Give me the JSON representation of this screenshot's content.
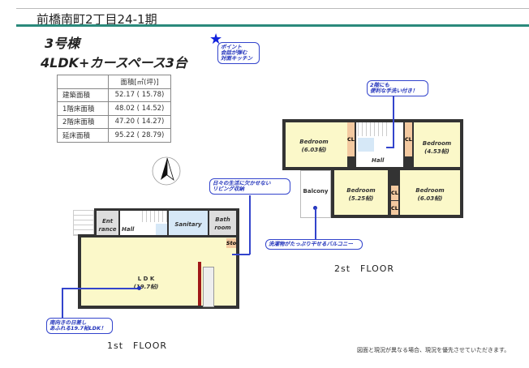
{
  "header": {
    "title": "前橋南町2丁目24-1期",
    "building": "3号棟",
    "plan": "4LDK+カースペース3台"
  },
  "area_table": {
    "header": "面積[㎡(坪)]",
    "rows": [
      {
        "label": "建築面積",
        "value": "52.17 ( 15.78)"
      },
      {
        "label": "1階床面積",
        "value": "48.02 ( 14.52)"
      },
      {
        "label": "2階床面積",
        "value": "47.20 ( 14.27)"
      },
      {
        "label": "延床面積",
        "value": "95.22 ( 28.79)"
      }
    ]
  },
  "callouts": {
    "point": [
      "ポイント",
      "会話が弾む",
      "対面キッチン"
    ],
    "handwash": [
      "2階にも",
      "便利な手洗い付き！"
    ],
    "storage": [
      "日々の生活に欠かせない",
      "リビング収納"
    ],
    "balcony": "洗濯物がたっぷり干せるバルコニー",
    "ldk": [
      "南向きの日差し",
      "あふれる19.7帖LDK！"
    ]
  },
  "floor1": {
    "label": "1st　FLOOR",
    "rooms": {
      "ent1": "Ent",
      "ent2": "rance",
      "hall": "Hall",
      "sanitary": "Sanitary",
      "bath1": "Bath",
      "bath2": "room",
      "sto": "Sto",
      "ldk": "L D K",
      "ldk_size": "(19.7帖)"
    }
  },
  "floor2": {
    "label": "2st　FLOOR",
    "rooms": {
      "bed1": "Bedroom",
      "bed1_size": "(6.03帖)",
      "bed2": "Bedroom",
      "bed2_size": "(4.53帖)",
      "bed3": "Bedroom",
      "bed3_size": "(5.25帖)",
      "bed4": "Bedroom",
      "bed4_size": "(6.03帖)",
      "hall": "Hall",
      "balcony": "Balcony",
      "cl": "CL"
    }
  },
  "note": "図面と現況が異なる場合、現況を優先させていただきます。",
  "colors": {
    "accent": "#2a8a7c",
    "callout": "#3344cc",
    "room": "#fbf8c9"
  }
}
